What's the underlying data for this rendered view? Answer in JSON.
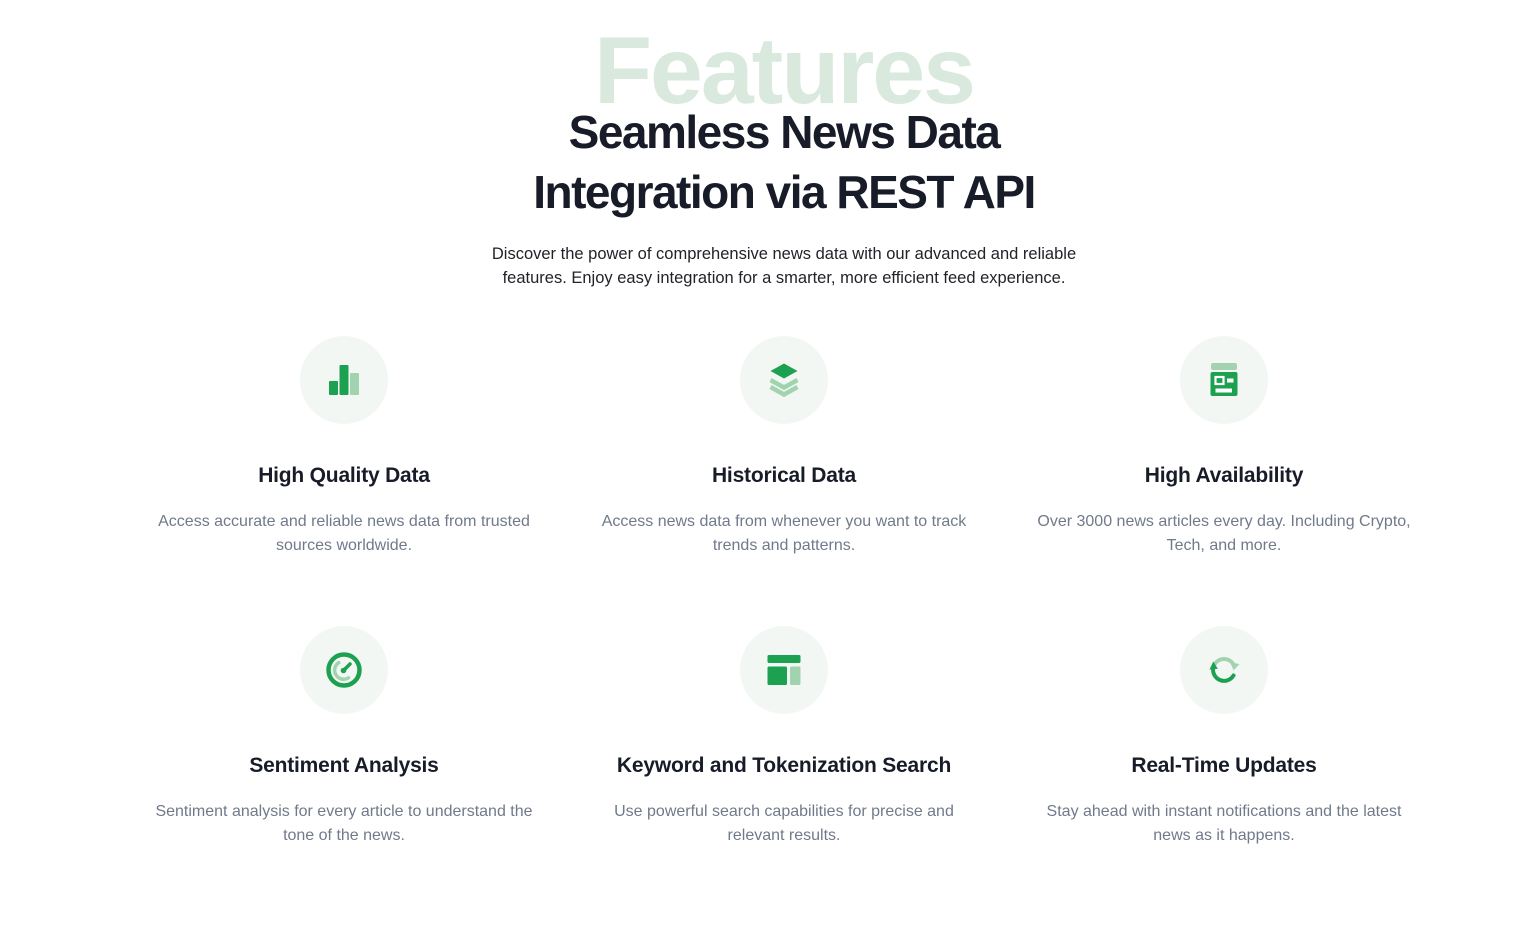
{
  "theme": {
    "green": "#1ca150",
    "green-light": "#a2d3af",
    "green-faint": "#f2f7f3",
    "watermark": "#d9e9dd",
    "heading": "#171c28",
    "body-text": "#212329",
    "muted": "#707a8a",
    "page-bg": "#ffffff"
  },
  "header": {
    "watermark": "Features",
    "title_lines": [
      "Seamless News Data",
      "Integration via REST API"
    ],
    "subtitle": "Discover the power of comprehensive news data with our advanced and reliable features. Enjoy easy integration for a smarter, more efficient feed experience."
  },
  "features": [
    {
      "icon": "bar-chart-icon",
      "title": "High Quality Data",
      "description": "Access accurate and reliable news data from trusted sources worldwide."
    },
    {
      "icon": "layers-icon",
      "title": "Historical Data",
      "description": "Access news data from whenever you want to track trends and patterns."
    },
    {
      "icon": "newspaper-icon",
      "title": "High Availability",
      "description": "Over 3000 news articles every day. Including Crypto, Tech, and more."
    },
    {
      "icon": "gauge-icon",
      "title": "Sentiment Analysis",
      "description": "Sentiment analysis for every article to understand the tone of the news."
    },
    {
      "icon": "layout-icon",
      "title": "Keyword and Tokenization Search",
      "description": "Use powerful search capabilities for precise and relevant results."
    },
    {
      "icon": "refresh-icon",
      "title": "Real-Time Updates",
      "description": "Stay ahead with instant notifications and the latest news as it happens."
    }
  ]
}
